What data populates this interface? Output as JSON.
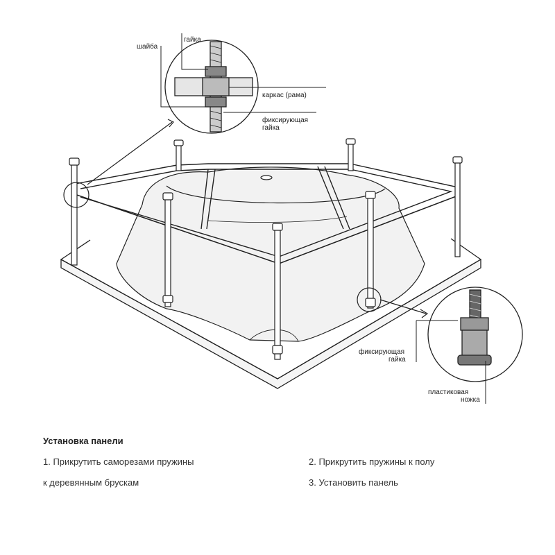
{
  "diagram": {
    "labels": {
      "washer": "шайба",
      "nut": "гайка",
      "frame": "каркас (рама)",
      "lock_nut_top_line1": "фиксирующая",
      "lock_nut_top_line2": "гайка",
      "lock_nut_bottom_line1": "фиксирующая",
      "lock_nut_bottom_line2": "гайка",
      "plastic_leg_line1": "пластиковая",
      "plastic_leg_line2": "ножка"
    },
    "stroke_color": "#222222",
    "tub_fill": "#f2f2f2"
  },
  "instructions": {
    "title": "Установка панели",
    "step1_line1": "1. Прикрутить саморезами пружины",
    "step1_line2": "к деревянным брускам",
    "step2": "2. Прикрутить пружины к полу",
    "step3": "3. Установить панель"
  }
}
